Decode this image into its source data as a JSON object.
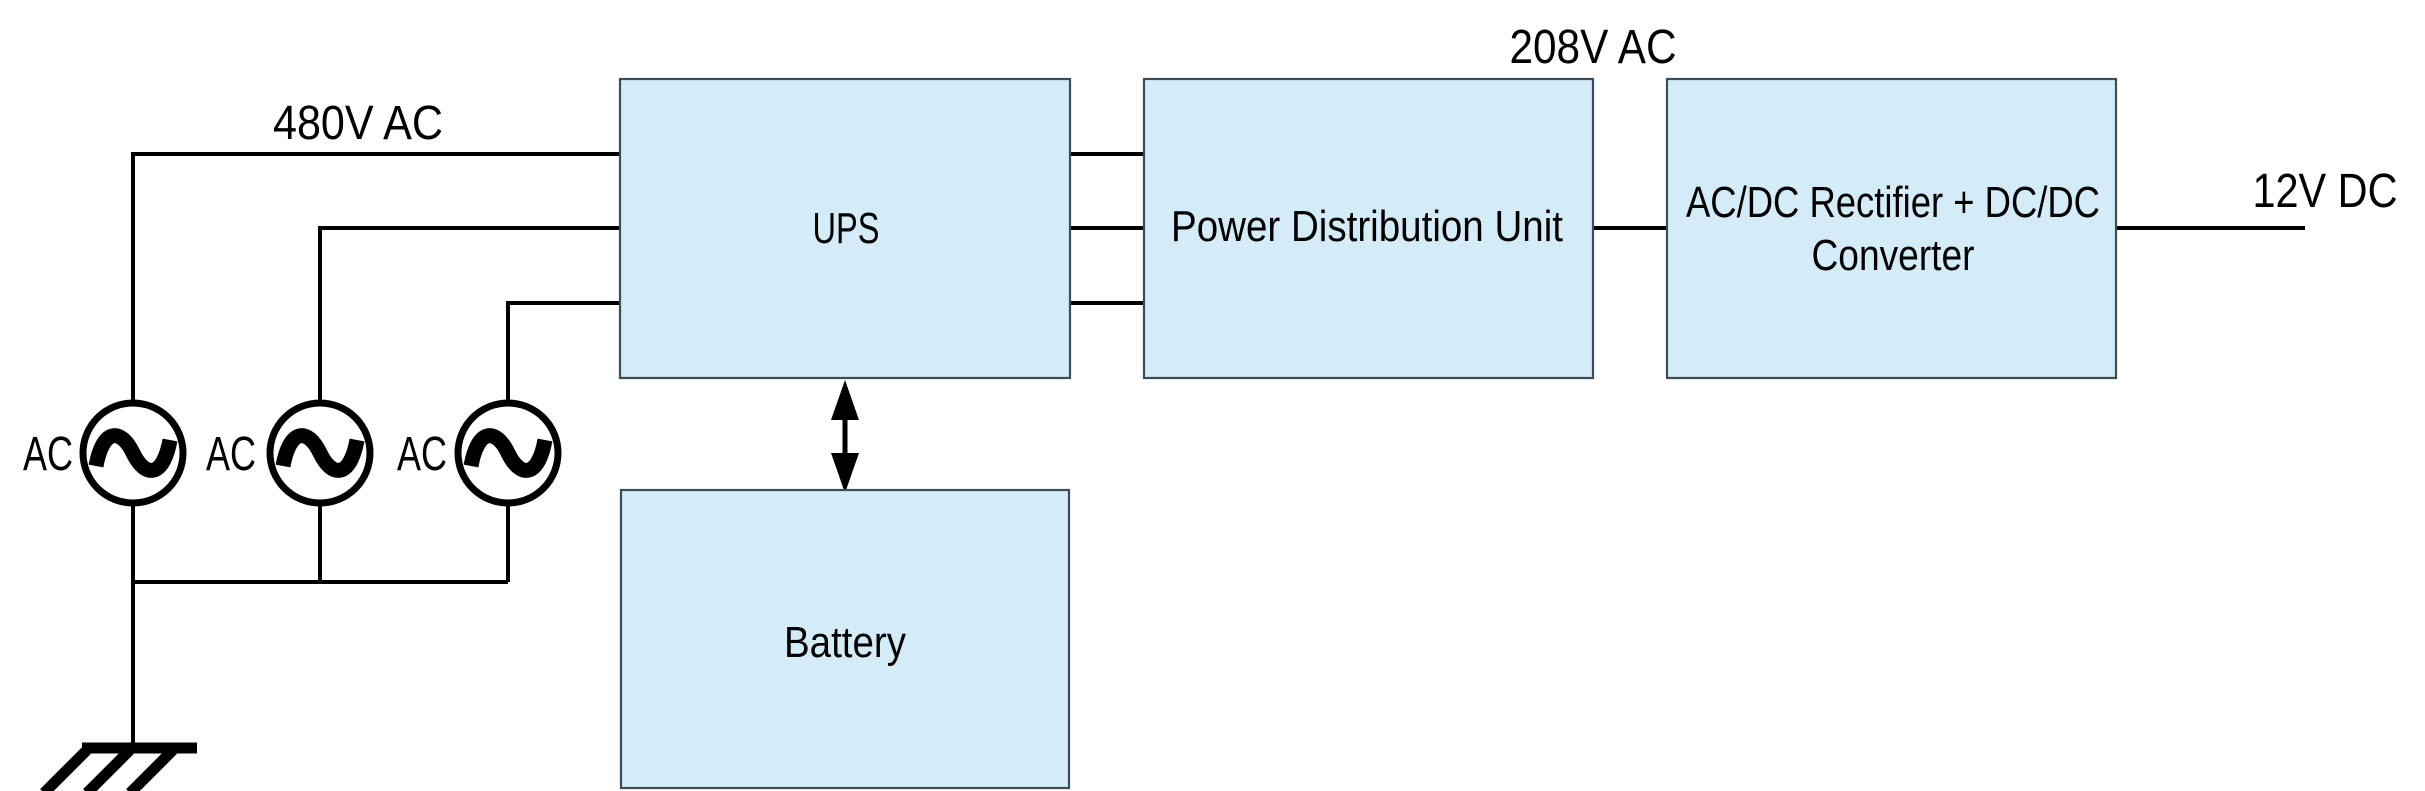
{
  "annotations": {
    "input_voltage": "480V AC",
    "intermediate_voltage": "208V AC",
    "output_voltage": "12V DC"
  },
  "sources": [
    {
      "label": "AC"
    },
    {
      "label": "AC"
    },
    {
      "label": "AC"
    }
  ],
  "blocks": {
    "ups": {
      "label": "UPS"
    },
    "pdu": {
      "label": "Power Distribution Unit"
    },
    "rectifier": {
      "label_line1": "AC/DC Rectifier + DC/DC",
      "label_line2": "Converter"
    },
    "battery": {
      "label": "Battery"
    }
  },
  "colors": {
    "background": "#ffffff",
    "block_fill": "#d3ecf8",
    "block_border": "#3e4c59",
    "line": "#000000",
    "text": "#000000"
  }
}
